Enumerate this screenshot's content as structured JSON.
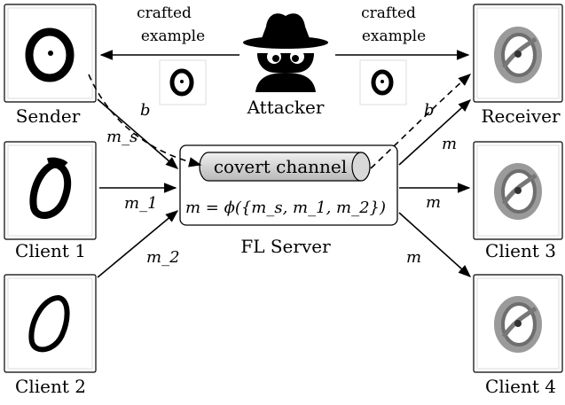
{
  "nodes": {
    "sender": "Sender",
    "client1": "Client 1",
    "client2": "Client 2",
    "receiver": "Receiver",
    "client3": "Client 3",
    "client4": "Client 4",
    "attacker": "Attacker",
    "server": "FL Server"
  },
  "server_box": {
    "channel": "covert channel",
    "formula": "m = ϕ({m_s, m_1, m_2})"
  },
  "crafted_left": [
    "crafted",
    "example"
  ],
  "crafted_right": [
    "crafted",
    "example"
  ],
  "edges": {
    "sender_update": "m_s",
    "client1_update": "m_1",
    "client2_update": "m_2",
    "broadcast": "m",
    "covert_bit": "b"
  },
  "icons": [
    "attacker-spy-icon",
    "digit-zero-image"
  ]
}
